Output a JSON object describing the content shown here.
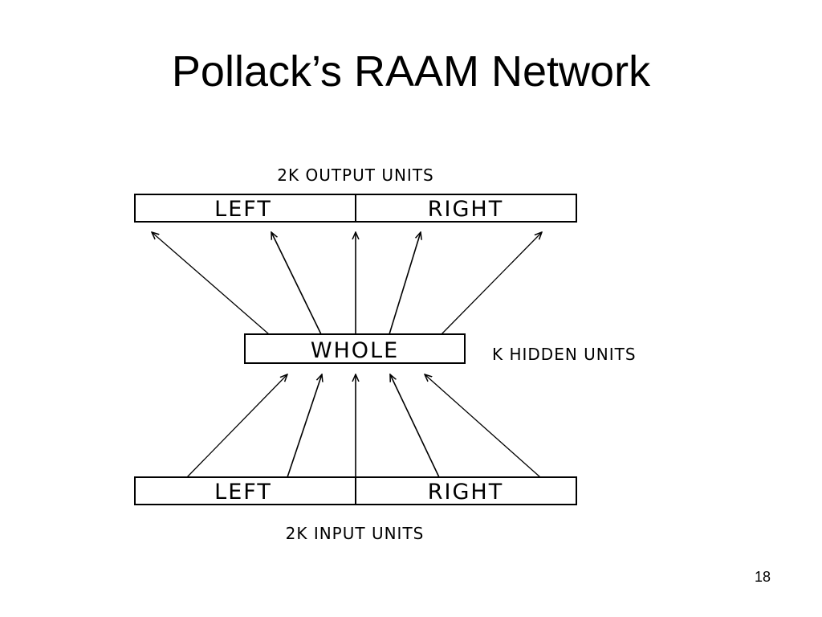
{
  "slide": {
    "title": "Pollack’s RAAM Network",
    "page_number": "18"
  },
  "diagram": {
    "output_layer": {
      "caption": "2K OUTPUT UNITS",
      "left_label": "LEFT",
      "right_label": "RIGHT"
    },
    "hidden_layer": {
      "label": "WHOLE",
      "caption": "K HIDDEN UNITS"
    },
    "input_layer": {
      "caption": "2K INPUT UNITS",
      "left_label": "LEFT",
      "right_label": "RIGHT"
    },
    "connections": {
      "hidden_to_output_arrows": 5,
      "input_to_hidden_arrows": 5
    }
  }
}
